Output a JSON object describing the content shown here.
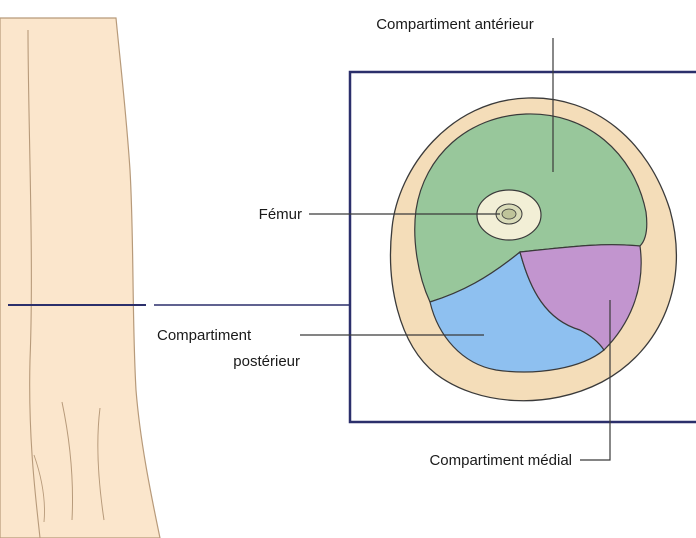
{
  "labels": {
    "anterior": "Compartiment antérieur",
    "femur": "Fémur",
    "posterior_line1": "Compartiment",
    "posterior_line2": "postérieur",
    "medial": "Compartiment médial"
  },
  "colors": {
    "skin": "#fbe6cc",
    "skin_outline": "#b79a7a",
    "frame": "#2b2f6b",
    "subcutaneous": "#f4ddb9",
    "anterior_compartment": "#98c79b",
    "posterior_compartment": "#8ec0f0",
    "medial_compartment": "#c295cf",
    "bone": "#f2efd6",
    "marrow": "#bfc49a",
    "outline": "#3a3a3a"
  }
}
